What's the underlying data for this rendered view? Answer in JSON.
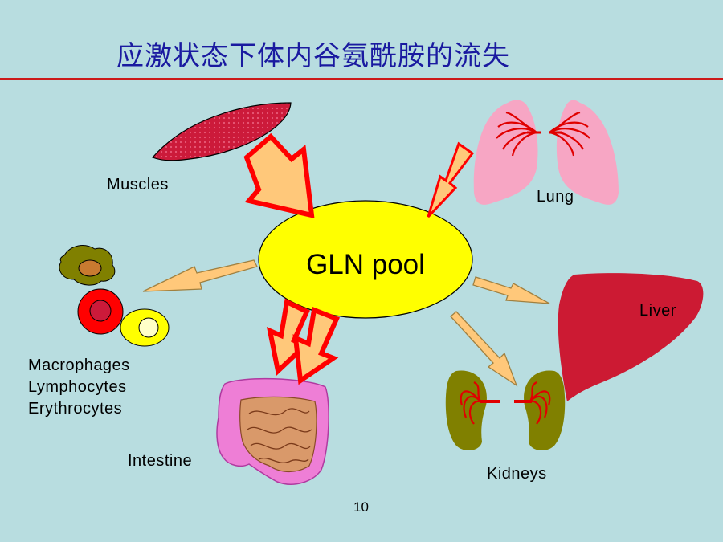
{
  "slide": {
    "title": "应激状态下体内谷氨酰胺的流失",
    "page_number": "10"
  },
  "pool": {
    "label": "GLN pool"
  },
  "organs": {
    "muscles": "Muscles",
    "lung": "Lung",
    "liver": "Liver",
    "kidneys": "Kidneys",
    "intestine": "Intestine",
    "cells": [
      "Macrophages",
      "Lymphocytes",
      "Erythrocytes"
    ]
  },
  "colors": {
    "background": "#b8dde0",
    "title": "#1a1aa0",
    "rule": "#cc1a1a",
    "pool_fill": "#ffff00",
    "arrow_fill": "#ffc87a",
    "arrow_in_stroke": "#ff0000",
    "muscle": "#cc1a3a",
    "lung": "#f7a6c4",
    "liver": "#cc1a33",
    "kidney": "#808000",
    "intestine": "#ee7ed6"
  }
}
